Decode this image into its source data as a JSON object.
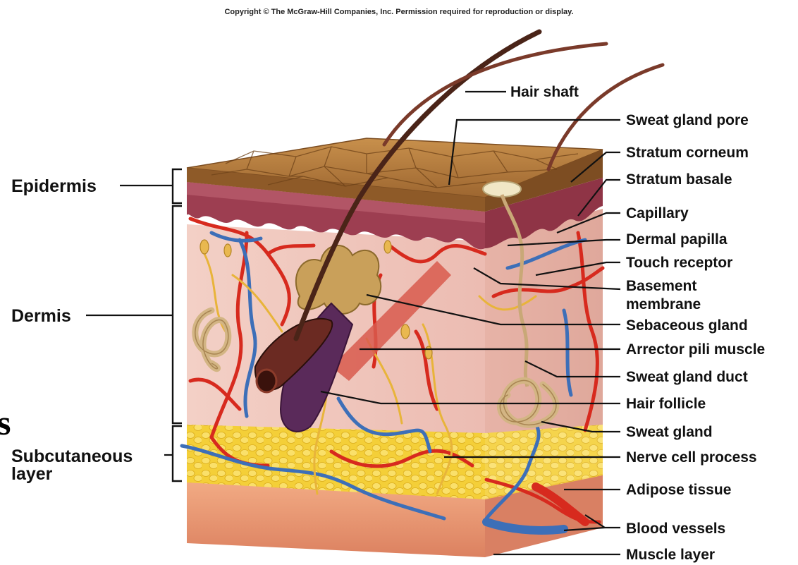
{
  "copyright": "Copyright © The McGraw-Hill Companies, Inc. Permission required for reproduction or display.",
  "stray_glyph": "s",
  "layers": {
    "epidermis": "Epidermis",
    "dermis": "Dermis",
    "subcutaneous_line1": "Subcutaneous",
    "subcutaneous_line2": "layer"
  },
  "labels": {
    "hair_shaft": "Hair shaft",
    "sweat_gland_pore": "Sweat gland pore",
    "stratum_corneum": "Stratum corneum",
    "stratum_basale": "Stratum basale",
    "capillary": "Capillary",
    "dermal_papilla": "Dermal papilla",
    "touch_receptor": "Touch receptor",
    "basement_membrane_line1": "Basement",
    "basement_membrane_line2": "membrane",
    "sebaceous_gland": "Sebaceous gland",
    "arrector_pili_muscle": "Arrector pili muscle",
    "sweat_gland_duct": "Sweat gland duct",
    "hair_follicle": "Hair follicle",
    "sweat_gland": "Sweat gland",
    "nerve_cell_process": "Nerve cell process",
    "adipose_tissue": "Adipose tissue",
    "blood_vessels": "Blood vessels",
    "muscle_layer": "Muscle layer"
  },
  "colors": {
    "corneum": "#a9743a",
    "epidermis": "#9c3f52",
    "dermis": "#f0c6bd",
    "adipose": "#f5d540",
    "muscle": "#e89a76",
    "artery": "#d72a1e",
    "vein": "#3d6fb8",
    "nerve": "#e8b43a",
    "hair": "#4a2418"
  }
}
